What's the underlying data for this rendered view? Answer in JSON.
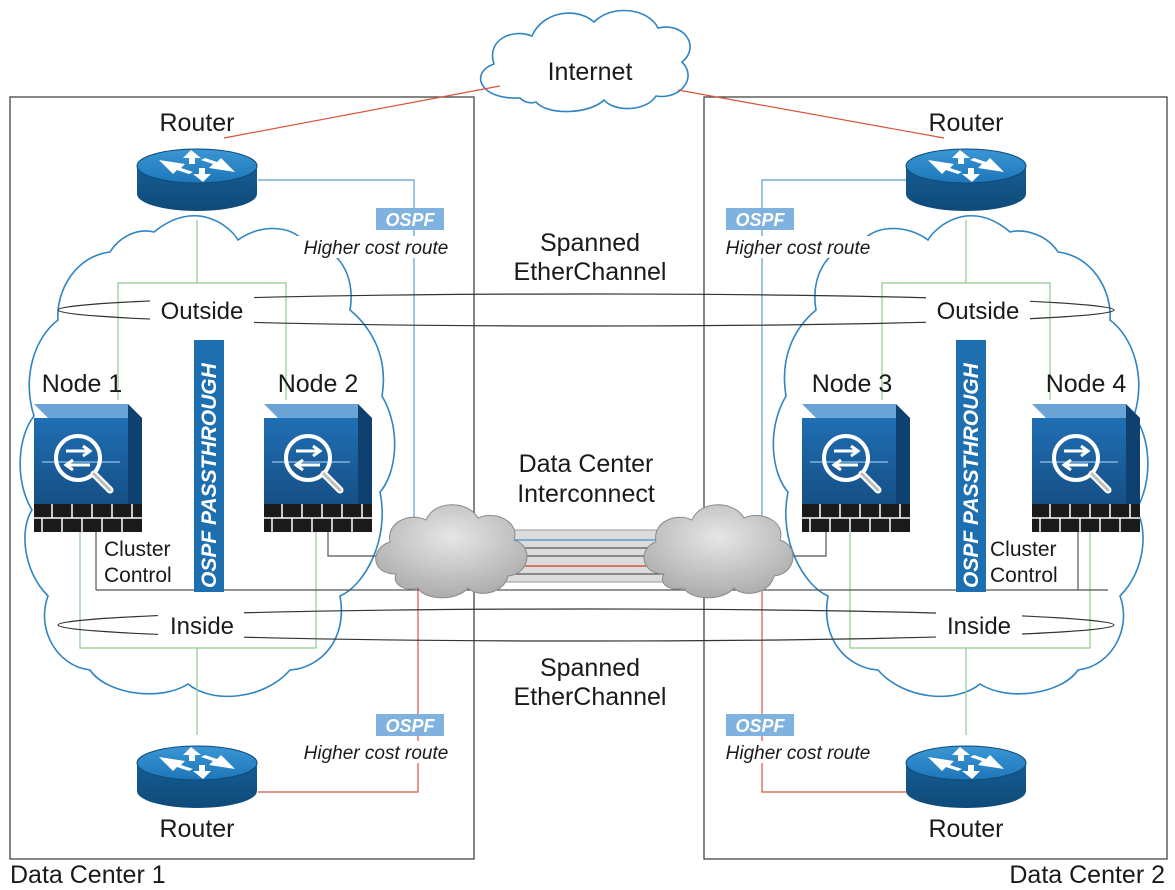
{
  "internet": {
    "label": "Internet"
  },
  "data_centers": [
    {
      "label": "Data Center 1",
      "router_top": "Router",
      "router_bottom": "Router",
      "nodes": [
        "Node 1",
        "Node 2"
      ],
      "outside_label": "Outside",
      "inside_label": "Inside",
      "cluster_control": [
        "Cluster",
        "Control"
      ],
      "passthrough_label": "OSPF PASSTHROUGH",
      "ospf_top": {
        "tag": "OSPF",
        "route": "Higher cost route"
      },
      "ospf_bottom": {
        "tag": "OSPF",
        "route": "Higher cost route"
      }
    },
    {
      "label": "Data Center 2",
      "router_top": "Router",
      "router_bottom": "Router",
      "nodes": [
        "Node 3",
        "Node 4"
      ],
      "outside_label": "Outside",
      "inside_label": "Inside",
      "cluster_control": [
        "Cluster",
        "Control"
      ],
      "passthrough_label": "OSPF PASSTHROUGH",
      "ospf_top": {
        "tag": "OSPF",
        "route": "Higher cost route"
      },
      "ospf_bottom": {
        "tag": "OSPF",
        "route": "Higher cost route"
      }
    }
  ],
  "spanned_top": [
    "Spanned",
    "EtherChannel"
  ],
  "spanned_bottom": [
    "Spanned",
    "EtherChannel"
  ],
  "interconnect": [
    "Data Center",
    "Interconnect"
  ],
  "colors": {
    "firewall_blue": "#1a5a9c",
    "router_blue": "#1c77b8",
    "cloud_outline": "#2f85c4",
    "ospf_tag": "#7fb2de",
    "passthrough_bar": "#1e6fb0",
    "link_blue": "#5d9ccb",
    "link_red": "#d9543f",
    "link_green": "#8fca8f"
  }
}
